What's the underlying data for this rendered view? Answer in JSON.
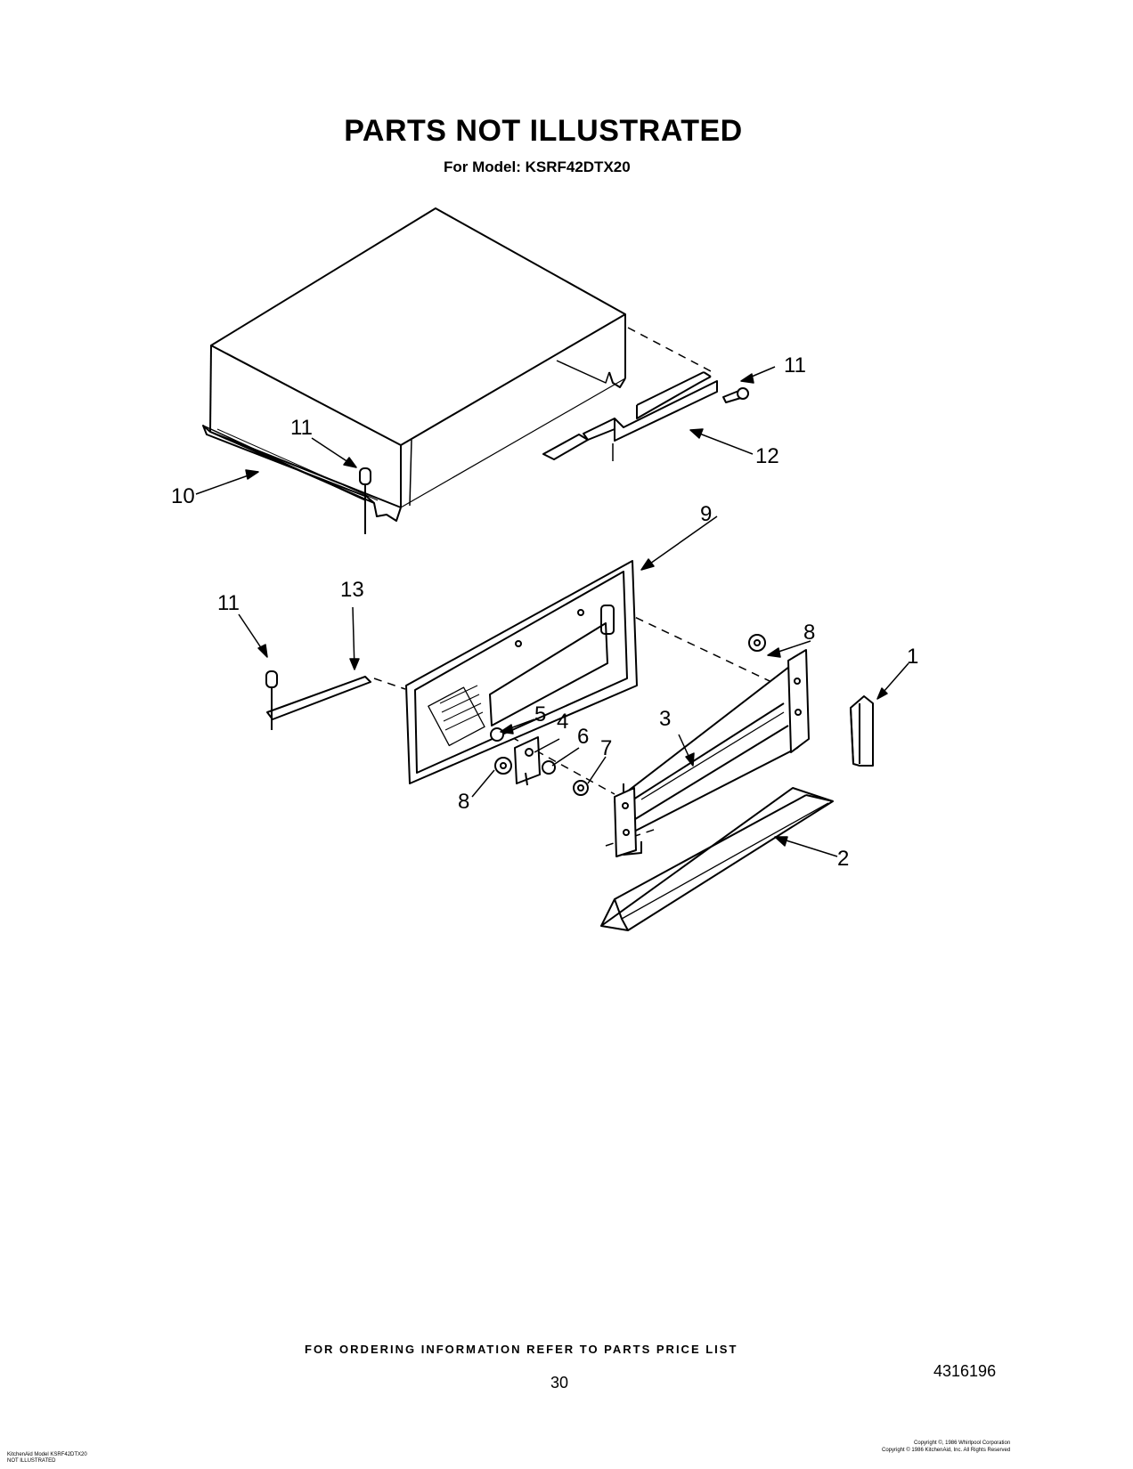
{
  "header": {
    "title": "PARTS NOT ILLUSTRATED",
    "subtitle": "For Model: KSRF42DTX20"
  },
  "callouts": [
    "11",
    "12",
    "10",
    "11",
    "9",
    "11",
    "13",
    "8",
    "1",
    "5",
    "4",
    "6",
    "7",
    "3",
    "8",
    "2"
  ],
  "footer": {
    "ordering": "FOR ORDERING INFORMATION REFER TO PARTS PRICE LIST",
    "page": "30",
    "doc_number": "4316196",
    "left_note_1": "KitchenAid Model KSRF42DTX20",
    "left_note_2": "NOT ILLUSTRATED",
    "copyright_1": "Copyright ©, 1986 Whirlpool Corporation",
    "copyright_2": "Copyright © 1986 KitchenAid, Inc. All Rights Reserved"
  }
}
